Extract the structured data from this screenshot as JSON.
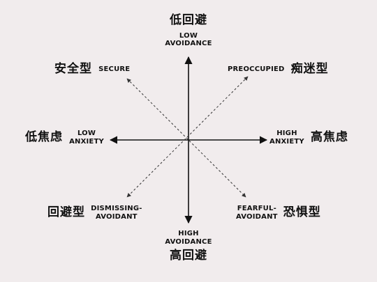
{
  "top": {
    "cn": "低回避",
    "en1": "LOW",
    "en2": "AVOIDANCE"
  },
  "bottom": {
    "cn": "高回避",
    "en1": "HIGH",
    "en2": "AVOIDANCE"
  },
  "left": {
    "cn": "低焦虑",
    "en1": "LOW",
    "en2": "ANXIETY"
  },
  "right": {
    "cn": "高焦虑",
    "en1": "HIGH",
    "en2": "ANXIETY"
  },
  "top_left": {
    "cn": "安全型",
    "en1": "SECURE"
  },
  "top_right": {
    "cn": "痴迷型",
    "en1": "PREOCCUPIED"
  },
  "bottom_left": {
    "cn": "回避型",
    "en1": "DISMISSING-",
    "en2": "AVOIDANT"
  },
  "bottom_right": {
    "cn": "恐惧型",
    "en1": "FEARFUL-",
    "en2": "AVOIDANT"
  }
}
